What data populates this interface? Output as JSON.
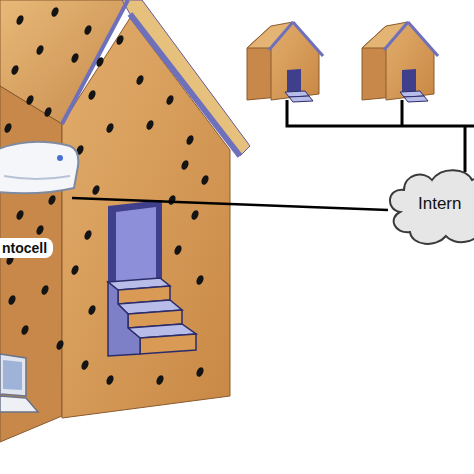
{
  "diagram": {
    "nodes": [
      {
        "text": [
          "ntocell"
        ]
      },
      {
        "text": [
          "Intern"
        ]
      }
    ],
    "edges": [
      {
        "from": 0,
        "to": 1,
        "arrow": "none"
      }
    ]
  }
}
